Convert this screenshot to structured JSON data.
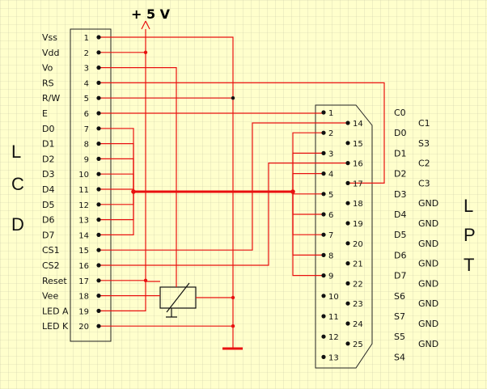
{
  "supply_label": "+ 5 V",
  "lcd": {
    "letters": [
      "L",
      "C",
      "D"
    ],
    "signals": [
      "Vss",
      "Vdd",
      "Vo",
      "RS",
      "R/W",
      "E",
      "D0",
      "D1",
      "D2",
      "D3",
      "D4",
      "D5",
      "D6",
      "D7",
      "CS1",
      "CS2",
      "Reset",
      "Vee",
      "LED A",
      "LED K"
    ],
    "pins": [
      "1",
      "2",
      "3",
      "4",
      "5",
      "6",
      "7",
      "8",
      "9",
      "10",
      "11",
      "12",
      "13",
      "14",
      "15",
      "16",
      "17",
      "18",
      "19",
      "20"
    ]
  },
  "lpt": {
    "letters": [
      "L",
      "P",
      "T"
    ],
    "row_pins": [
      "1",
      "2",
      "3",
      "4",
      "5",
      "6",
      "7",
      "8",
      "9",
      "10",
      "11",
      "12",
      "13"
    ],
    "row_names": [
      "C0",
      "D0",
      "D1",
      "D2",
      "D3",
      "D4",
      "D5",
      "D6",
      "D7",
      "S6",
      "S7",
      "S5",
      "S4"
    ],
    "col_pins": [
      "14",
      "15",
      "16",
      "17",
      "18",
      "19",
      "20",
      "21",
      "22",
      "23",
      "24",
      "25"
    ],
    "col_names": [
      "C1",
      "S3",
      "C2",
      "C3",
      "GND",
      "GND",
      "GND",
      "GND",
      "GND",
      "GND",
      "GND",
      "GND"
    ]
  },
  "colors": {
    "wire": "#e81010",
    "grid": "#c9c9a8",
    "background": "#ffffcc"
  }
}
